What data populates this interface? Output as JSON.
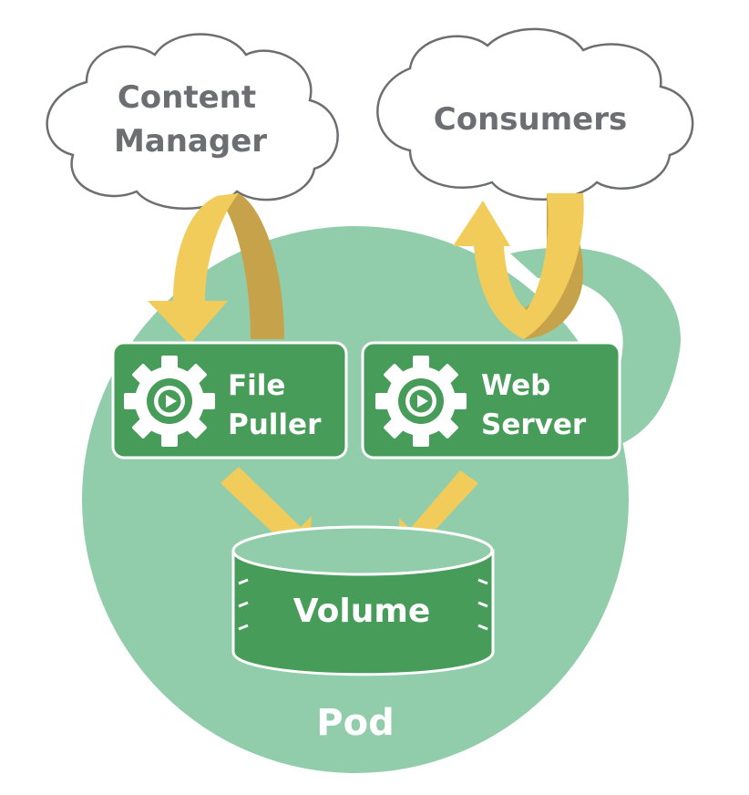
{
  "clouds": {
    "content_manager": {
      "line1": "Content",
      "line2": "Manager"
    },
    "consumers": {
      "label": "Consumers"
    }
  },
  "containers": {
    "file_puller": {
      "line1": "File",
      "line2": "Puller"
    },
    "web_server": {
      "line1": "Web",
      "line2": "Server"
    }
  },
  "volume": {
    "label": "Volume"
  },
  "pod": {
    "label": "Pod"
  },
  "colors": {
    "pod": "#91cdab",
    "container": "#479c59",
    "arrow_light": "#f2cc5b",
    "arrow_dark": "#c6a24a",
    "cloud_text": "#6d6e71"
  }
}
